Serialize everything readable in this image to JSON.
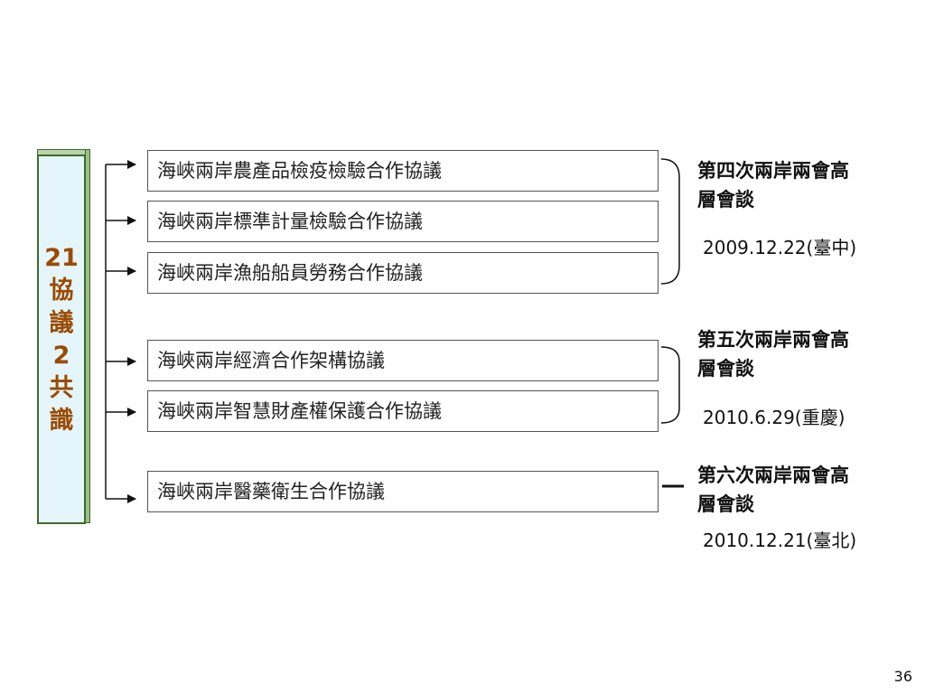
{
  "summary_box": {
    "line1": "21",
    "line2": "協",
    "line3": "議",
    "line4": "2",
    "line5": "共",
    "line6": "識"
  },
  "agreements": [
    "海峽兩岸農產品檢疫檢驗合作協議",
    "海峽兩岸標準計量檢驗合作協議",
    "海峽兩岸漁船船員勞務合作協議",
    "海峽兩岸經濟合作架構協議",
    "海峽兩岸智慧財產權保護合作協議",
    "海峽兩岸醫藥衛生合作協議"
  ],
  "sessions": [
    {
      "title_line1": "第四次兩岸兩會高",
      "title_line2": "層會談",
      "date": "2009.12.22(臺中)"
    },
    {
      "title_line1": "第五次兩岸兩會高",
      "title_line2": "層會談",
      "date": "2010.6.29(重慶)"
    },
    {
      "title_line1": "第六次兩岸兩會高",
      "title_line2": "層會談",
      "date": "2010.12.21(臺北)"
    }
  ],
  "page_number": "36",
  "colors": {
    "summary_text": "#9b4a00",
    "summary_fill": "#e4f6fb",
    "summary_border": "#3c6b2a",
    "line_color": "#111111"
  }
}
